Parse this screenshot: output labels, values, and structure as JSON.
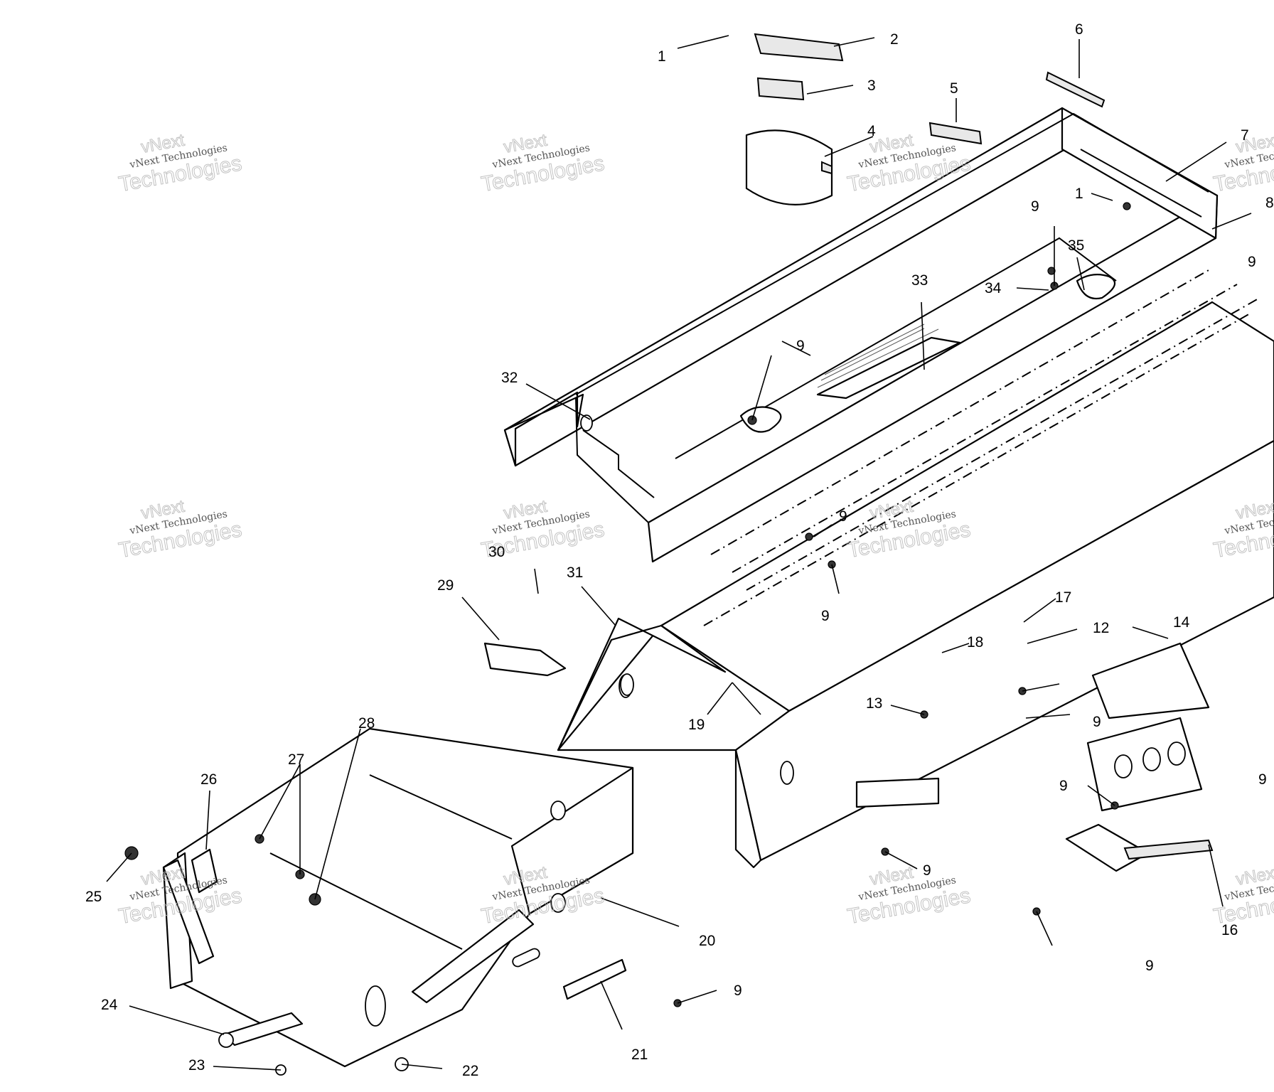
{
  "watermark": {
    "line1": "vNext",
    "line2": "vNext Technologies",
    "line3": "Technologies"
  },
  "callouts": [
    {
      "id": "c1a",
      "label": "1"
    },
    {
      "id": "c2",
      "label": "2"
    },
    {
      "id": "c3",
      "label": "3"
    },
    {
      "id": "c4",
      "label": "4"
    },
    {
      "id": "c5",
      "label": "5"
    },
    {
      "id": "c6",
      "label": "6"
    },
    {
      "id": "c7",
      "label": "7"
    },
    {
      "id": "c1b",
      "label": "1"
    },
    {
      "id": "c8",
      "label": "8"
    },
    {
      "id": "c9a",
      "label": "9"
    },
    {
      "id": "c35",
      "label": "35"
    },
    {
      "id": "c34",
      "label": "34"
    },
    {
      "id": "c9b",
      "label": "9"
    },
    {
      "id": "c33",
      "label": "33"
    },
    {
      "id": "c9c",
      "label": "9"
    },
    {
      "id": "c32",
      "label": "32"
    },
    {
      "id": "c9d",
      "label": "9"
    },
    {
      "id": "c9e",
      "label": "9"
    },
    {
      "id": "c30",
      "label": "30"
    },
    {
      "id": "c31",
      "label": "31"
    },
    {
      "id": "c29",
      "label": "29"
    },
    {
      "id": "c17",
      "label": "17"
    },
    {
      "id": "c12",
      "label": "12"
    },
    {
      "id": "c18",
      "label": "18"
    },
    {
      "id": "c14",
      "label": "14"
    },
    {
      "id": "c13",
      "label": "13"
    },
    {
      "id": "c19",
      "label": "19"
    },
    {
      "id": "c9f",
      "label": "9"
    },
    {
      "id": "c28",
      "label": "28"
    },
    {
      "id": "c27",
      "label": "27"
    },
    {
      "id": "c26",
      "label": "26"
    },
    {
      "id": "c9g",
      "label": "9"
    },
    {
      "id": "c9h",
      "label": "9"
    },
    {
      "id": "c25",
      "label": "25"
    },
    {
      "id": "c9i",
      "label": "9"
    },
    {
      "id": "c20",
      "label": "20"
    },
    {
      "id": "c16",
      "label": "16"
    },
    {
      "id": "c9j",
      "label": "9"
    },
    {
      "id": "c9k",
      "label": "9"
    },
    {
      "id": "c24",
      "label": "24"
    },
    {
      "id": "c21",
      "label": "21"
    },
    {
      "id": "c23",
      "label": "23"
    },
    {
      "id": "c22",
      "label": "22"
    }
  ]
}
